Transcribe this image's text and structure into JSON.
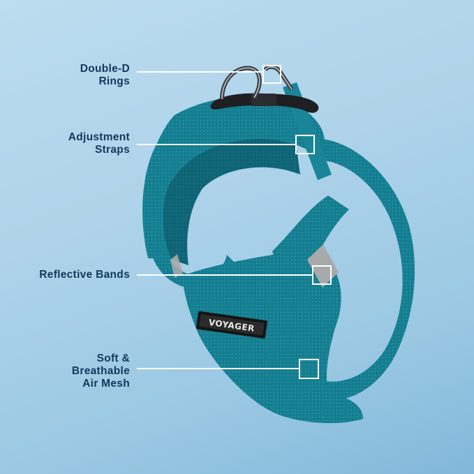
{
  "image": {
    "subject": "Voyager dog harness",
    "background_color_top": "#bcdcef",
    "background_color_bottom": "#82b7da",
    "harness_color": "#127a8c",
    "label_color": "#13385c",
    "callout_color": "#ffffff"
  },
  "badge": {
    "text": "VOYAGER"
  },
  "callouts": [
    {
      "id": "double-d-rings",
      "lines": [
        "Double-D",
        "Rings"
      ]
    },
    {
      "id": "adjustment-straps",
      "lines": [
        "Adjustment",
        "Straps"
      ]
    },
    {
      "id": "reflective-bands",
      "lines": [
        "Reflective Bands"
      ]
    },
    {
      "id": "air-mesh",
      "lines": [
        "Soft &",
        "Breathable",
        "Air Mesh"
      ]
    }
  ]
}
